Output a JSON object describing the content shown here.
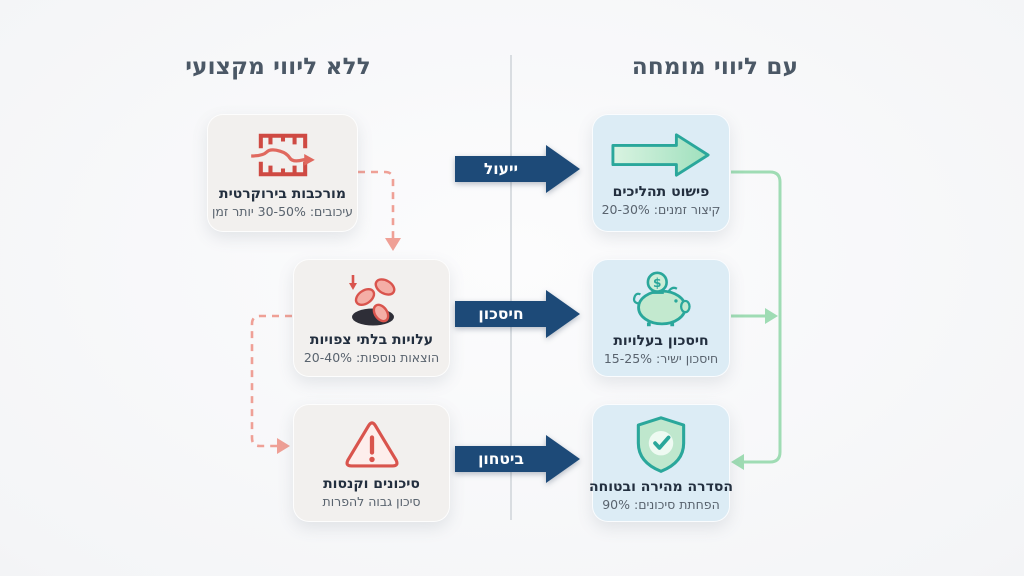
{
  "headers": {
    "left": "ללא ליווי מקצועי",
    "right": "עם ליווי מומחה"
  },
  "left_column": {
    "cards": [
      {
        "icon": "maze-arrow-icon",
        "title": "מורכבות בירוקרטית",
        "subtitle": "עיכובים: 30-50% יותר זמן"
      },
      {
        "icon": "coins-drain-icon",
        "title": "עלויות בלתי צפויות",
        "subtitle": "הוצאות נוספות: 20-40%"
      },
      {
        "icon": "warning-triangle-icon",
        "title": "סיכונים וקנסות",
        "subtitle": "סיכון גבוה להפרות"
      }
    ]
  },
  "right_column": {
    "cards": [
      {
        "icon": "green-arrow-icon",
        "title": "פישוט תהליכים",
        "subtitle": "קיצור זמנים: 20-30%"
      },
      {
        "icon": "piggy-bank-icon",
        "title": "חיסכון בעלויות",
        "subtitle": "חיסכון ישיר: 15-25%"
      },
      {
        "icon": "shield-check-icon",
        "title": "הסדרה מהירה ובטוחה",
        "subtitle": "הפחתת סיכונים: 90%"
      }
    ]
  },
  "middle_arrows": [
    {
      "label": "ייעול"
    },
    {
      "label": "חיסכון"
    },
    {
      "label": "ביטחון"
    }
  ],
  "colors": {
    "flow_arrow_blue": "#1d4a78",
    "negative_red": "#d0504a",
    "dashed_connector_salmon": "#efa096",
    "positive_teal": "#2aa79b",
    "green_connector": "#9fdcb4",
    "left_card_bg": "#f2f0ee",
    "right_card_bg": "#dcecf5",
    "header_text": "#4b5866"
  }
}
